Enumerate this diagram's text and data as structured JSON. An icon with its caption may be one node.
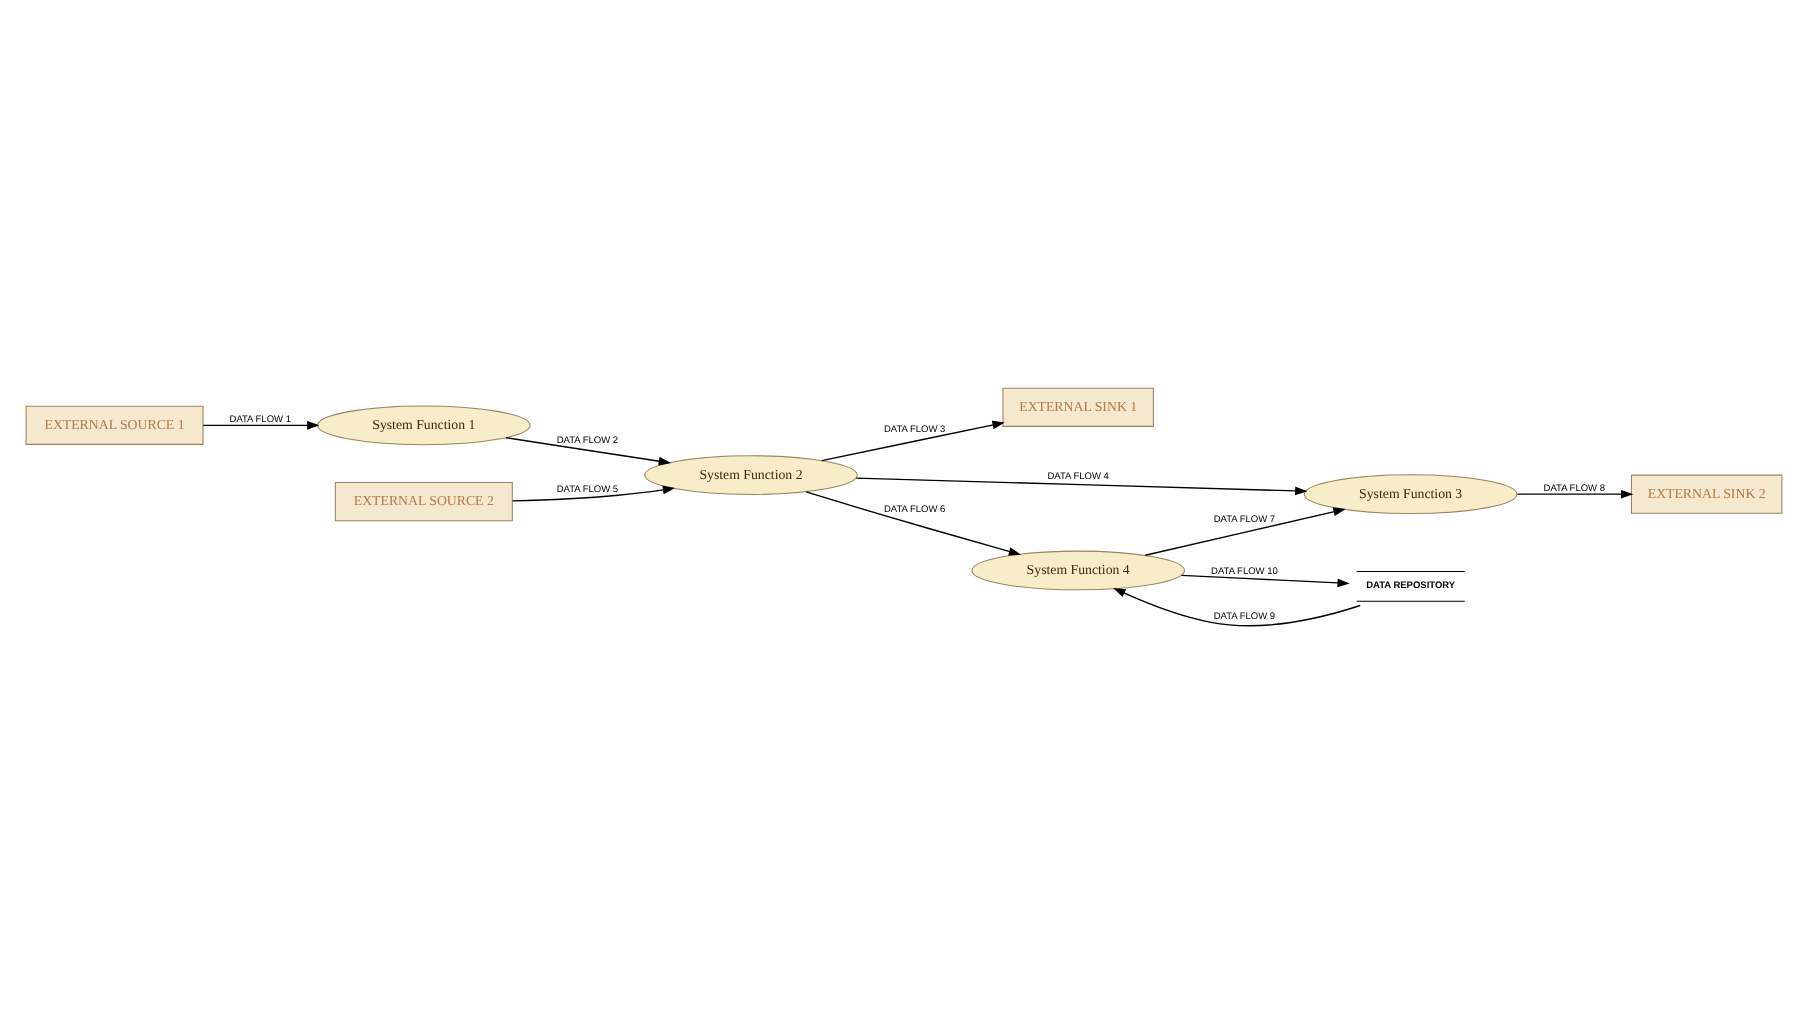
{
  "diagram": {
    "nodes": [
      {
        "text": [
          "EXTERNAL SOURCE 1"
        ]
      },
      {
        "text": [
          "System Function 1"
        ]
      },
      {
        "text": [
          "EXTERNAL SINK 1"
        ]
      },
      {
        "text": [
          "EXTERNAL SOURCE 2"
        ]
      },
      {
        "text": [
          "System Function 2"
        ]
      },
      {
        "text": [
          "System Function 3"
        ]
      },
      {
        "text": [
          "DATA REPOSITORY"
        ]
      },
      {
        "text": [
          "System Function 4"
        ]
      },
      {
        "text": [
          "EXTERNAL SINK 2"
        ]
      }
    ],
    "edges": [
      {
        "from": 0,
        "to": 1,
        "arrow": "to",
        "label": "DATA FLOW 1"
      },
      {
        "from": 1,
        "to": 4,
        "arrow": "to",
        "label": "DATA FLOW 2"
      },
      {
        "from": 4,
        "to": 2,
        "arrow": "to",
        "label": "DATA FLOW 3"
      },
      {
        "from": 4,
        "to": 5,
        "arrow": "to",
        "label": "DATA FLOW 4"
      },
      {
        "from": 3,
        "to": 4,
        "arrow": "to",
        "label": "DATA FLOW 5"
      },
      {
        "from": 4,
        "to": 7,
        "arrow": "to",
        "label": "DATA FLOW 6"
      },
      {
        "from": 7,
        "to": 5,
        "arrow": "to",
        "label": "DATA FLOW 7"
      },
      {
        "from": 5,
        "to": 8,
        "arrow": "to",
        "label": "DATA FLOW 8"
      },
      {
        "from": 6,
        "to": 7,
        "arrow": "to",
        "label": "DATA FLOW 9"
      },
      {
        "from": 7,
        "to": 6,
        "arrow": "to",
        "label": "DATA FLOW 10"
      }
    ]
  }
}
